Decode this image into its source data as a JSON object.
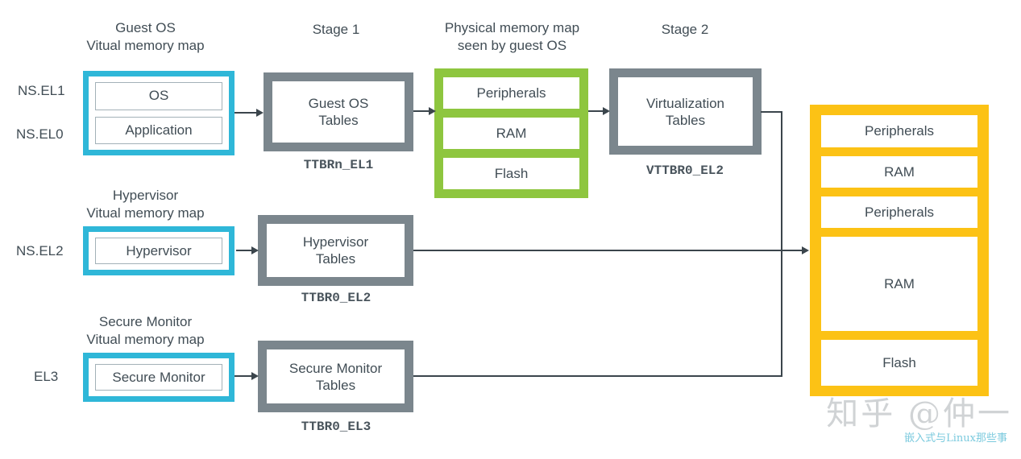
{
  "colors": {
    "cyan": "#2fb7d8",
    "gray": "#7b868d",
    "green": "#8ec63f",
    "yellow": "#fcc215",
    "ink": "#414d55",
    "line": "#3b454c"
  },
  "stage1_label": "Stage 1",
  "stage2_label": "Stage 2",
  "row_guest": {
    "title1": "Guest OS",
    "title2": "Vitual memory map",
    "el1": "NS.EL1",
    "el0": "NS.EL0",
    "box_os": "OS",
    "box_app": "Application",
    "table1": "Guest OS",
    "table2": "Tables",
    "register": "TTBRn_EL1"
  },
  "physmap": {
    "title1": "Physical memory map",
    "title2": "seen by guest OS",
    "boxes": [
      "Peripherals",
      "RAM",
      "Flash"
    ]
  },
  "virt": {
    "table1": "Virtualization",
    "table2": "Tables",
    "register": "VTTBR0_EL2"
  },
  "row_hyp": {
    "title1": "Hypervisor",
    "title2": "Vitual memory map",
    "el": "NS.EL2",
    "box": "Hypervisor",
    "table1": "Hypervisor",
    "table2": "Tables",
    "register": "TTBR0_EL2"
  },
  "row_sec": {
    "title1": "Secure Monitor",
    "title2": "Vitual memory map",
    "el": "EL3",
    "box": "Secure Monitor",
    "table1": "Secure Monitor",
    "table2": "Tables",
    "register": "TTBR0_EL3"
  },
  "sysmap": {
    "boxes": [
      "Peripherals",
      "RAM",
      "Peripherals",
      "RAM",
      "Flash"
    ]
  },
  "watermark": {
    "main": "知乎 @仲一",
    "sub": "嵌入式与Linux那些事"
  }
}
